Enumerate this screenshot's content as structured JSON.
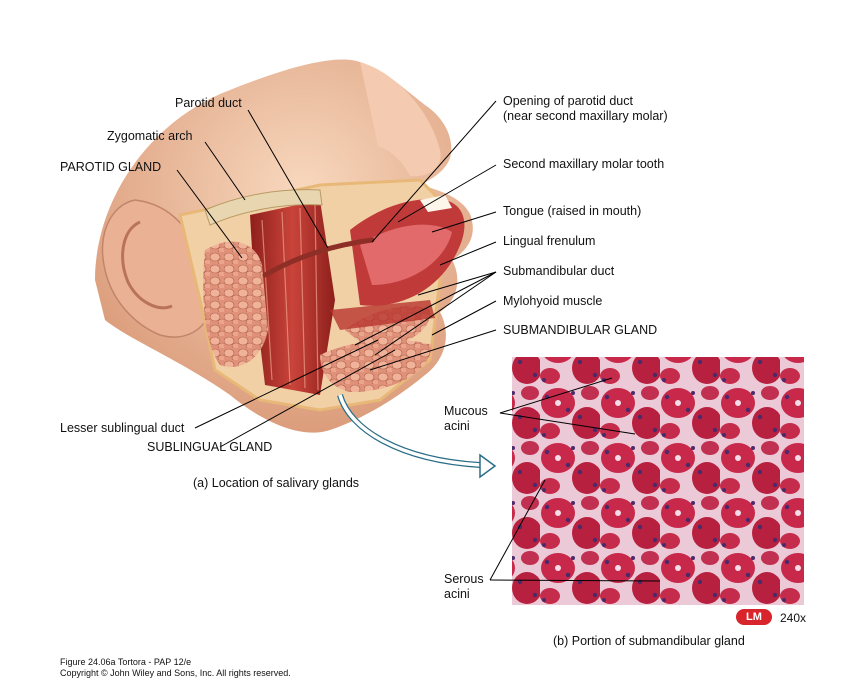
{
  "labels_a": {
    "parotid_duct": "Parotid duct",
    "zygomatic_arch": "Zygomatic arch",
    "parotid_gland": "PAROTID GLAND",
    "opening_parotid_line1": "Opening of parotid duct",
    "opening_parotid_line2": "(near second maxillary molar)",
    "second_molar": "Second maxillary molar tooth",
    "tongue": "Tongue (raised in mouth)",
    "lingual_frenulum": "Lingual frenulum",
    "submandibular_duct": "Submandibular duct",
    "mylohyoid": "Mylohyoid muscle",
    "submandibular_gland": "SUBMANDIBULAR GLAND",
    "lesser_sublingual_duct": "Lesser sublingual duct",
    "sublingual_gland": "SUBLINGUAL GLAND"
  },
  "labels_b": {
    "mucous_line1": "Mucous",
    "mucous_line2": "acini",
    "serous_line1": "Serous",
    "serous_line2": "acini"
  },
  "captions": {
    "a": "(a) Location of salivary glands",
    "b": "(b) Portion of submandibular gland"
  },
  "micrograph": {
    "badge": "LM",
    "magnification": "240x"
  },
  "footer": {
    "figure": "Figure 24.06a  Tortora - PAP 12/e",
    "copyright": "Copyright © John Wiley and Sons, Inc. All rights reserved."
  },
  "colors": {
    "skin": "#f2c4a4",
    "muscle": "#b8342e",
    "gland": "#e89a7c",
    "tissue_bg": "#e8c4d2",
    "acinus": "#c6294a",
    "badge": "#d8242b"
  }
}
